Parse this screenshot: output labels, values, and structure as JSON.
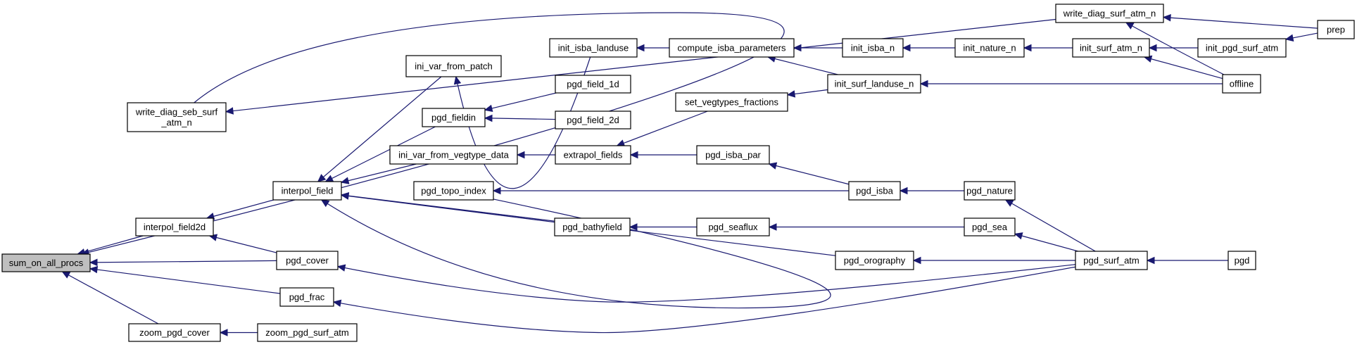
{
  "diagram": {
    "type": "call-graph",
    "root": "sum_on_all_procs",
    "colors": {
      "edge": "#191970",
      "root_fill": "#bfbfbf",
      "node_fill": "#ffffff",
      "border": "#000000"
    },
    "nodes": {
      "sum_on_all_procs": [
        "sum_on_all_procs"
      ],
      "write_diag_seb_surf_atm_n": [
        "write_diag_seb_surf",
        "_atm_n"
      ],
      "interpol_field2d": [
        "interpol_field2d"
      ],
      "zoom_pgd_cover": [
        "zoom_pgd_cover"
      ],
      "interpol_field": [
        "interpol_field"
      ],
      "pgd_cover": [
        "pgd_cover"
      ],
      "pgd_frac": [
        "pgd_frac"
      ],
      "zoom_pgd_surf_atm": [
        "zoom_pgd_surf_atm"
      ],
      "ini_var_from_patch": [
        "ini_var_from_patch"
      ],
      "pgd_fieldin": [
        "pgd_fieldin"
      ],
      "ini_var_from_vegtype_data": [
        "ini_var_from_vegtype_data"
      ],
      "pgd_topo_index": [
        "pgd_topo_index"
      ],
      "pgd_bathyfield": [
        "pgd_bathyfield"
      ],
      "init_isba_landuse": [
        "init_isba_landuse"
      ],
      "pgd_field_1d": [
        "pgd_field_1d"
      ],
      "pgd_field_2d": [
        "pgd_field_2d"
      ],
      "extrapol_fields": [
        "extrapol_fields"
      ],
      "compute_isba_parameters": [
        "compute_isba_parameters"
      ],
      "set_vegtypes_fractions": [
        "set_vegtypes_fractions"
      ],
      "pgd_isba_par": [
        "pgd_isba_par"
      ],
      "pgd_seaflux": [
        "pgd_seaflux"
      ],
      "init_isba_n": [
        "init_isba_n"
      ],
      "init_surf_landuse_n": [
        "init_surf_landuse_n"
      ],
      "pgd_isba": [
        "pgd_isba"
      ],
      "pgd_orography": [
        "pgd_orography"
      ],
      "init_nature_n": [
        "init_nature_n"
      ],
      "pgd_nature": [
        "pgd_nature"
      ],
      "pgd_sea": [
        "pgd_sea"
      ],
      "write_diag_surf_atm_n": [
        "write_diag_surf_atm_n"
      ],
      "init_surf_atm_n": [
        "init_surf_atm_n"
      ],
      "pgd_surf_atm": [
        "pgd_surf_atm"
      ],
      "init_pgd_surf_atm": [
        "init_pgd_surf_atm"
      ],
      "offline": [
        "offline"
      ],
      "pgd": [
        "pgd"
      ],
      "prep": [
        "prep"
      ]
    },
    "edges": [
      [
        "write_diag_seb_surf_atm_n",
        "sum_on_all_procs"
      ],
      [
        "interpol_field2d",
        "sum_on_all_procs"
      ],
      [
        "pgd_cover",
        "sum_on_all_procs"
      ],
      [
        "pgd_frac",
        "sum_on_all_procs"
      ],
      [
        "zoom_pgd_cover",
        "sum_on_all_procs"
      ],
      [
        "write_diag_surf_atm_n",
        "write_diag_seb_surf_atm_n"
      ],
      [
        "interpol_field",
        "interpol_field2d"
      ],
      [
        "pgd_cover",
        "interpol_field2d"
      ],
      [
        "zoom_pgd_surf_atm",
        "zoom_pgd_cover"
      ],
      [
        "ini_var_from_patch",
        "interpol_field"
      ],
      [
        "pgd_fieldin",
        "interpol_field"
      ],
      [
        "ini_var_from_vegtype_data",
        "interpol_field"
      ],
      [
        "pgd_topo_index",
        "interpol_field"
      ],
      [
        "pgd_bathyfield",
        "interpol_field"
      ],
      [
        "pgd_orography",
        "interpol_field"
      ],
      [
        "pgd_surf_atm",
        "pgd_cover"
      ],
      [
        "pgd_surf_atm",
        "pgd_frac"
      ],
      [
        "init_isba_landuse",
        "ini_var_from_patch"
      ],
      [
        "pgd_field_1d",
        "pgd_fieldin"
      ],
      [
        "pgd_field_2d",
        "pgd_fieldin"
      ],
      [
        "extrapol_fields",
        "ini_var_from_vegtype_data"
      ],
      [
        "pgd_isba",
        "pgd_topo_index"
      ],
      [
        "pgd_seaflux",
        "pgd_bathyfield"
      ],
      [
        "pgd_surf_atm",
        "pgd_orography"
      ],
      [
        "compute_isba_parameters",
        "init_isba_landuse"
      ],
      [
        "set_vegtypes_fractions",
        "extrapol_fields"
      ],
      [
        "pgd_isba_par",
        "extrapol_fields"
      ],
      [
        "init_isba_n",
        "compute_isba_parameters"
      ],
      [
        "init_surf_landuse_n",
        "compute_isba_parameters"
      ],
      [
        "init_surf_landuse_n",
        "set_vegtypes_fractions"
      ],
      [
        "pgd_isba",
        "pgd_isba_par"
      ],
      [
        "pgd_sea",
        "pgd_seaflux"
      ],
      [
        "init_nature_n",
        "init_isba_n"
      ],
      [
        "offline",
        "init_surf_landuse_n"
      ],
      [
        "pgd_nature",
        "pgd_isba"
      ],
      [
        "init_surf_atm_n",
        "init_nature_n"
      ],
      [
        "pgd_surf_atm",
        "pgd_nature"
      ],
      [
        "pgd_surf_atm",
        "pgd_sea"
      ],
      [
        "prep",
        "write_diag_surf_atm_n"
      ],
      [
        "offline",
        "write_diag_surf_atm_n"
      ],
      [
        "init_pgd_surf_atm",
        "init_surf_atm_n"
      ],
      [
        "offline",
        "init_surf_atm_n"
      ],
      [
        "pgd",
        "pgd_surf_atm"
      ],
      [
        "prep",
        "init_pgd_surf_atm"
      ]
    ]
  }
}
